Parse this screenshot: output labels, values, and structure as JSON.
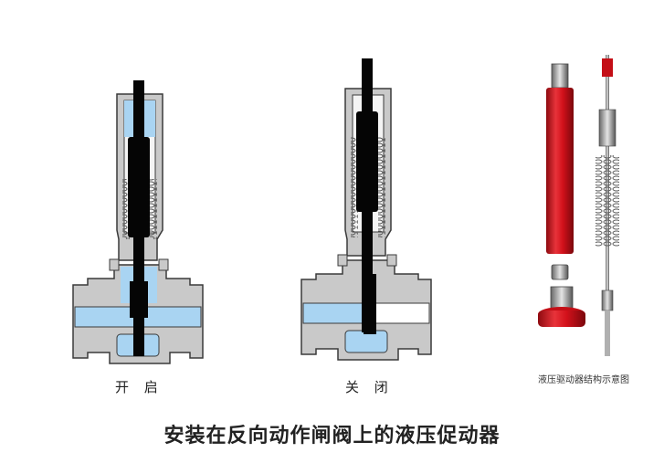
{
  "labels": {
    "open": "开 启",
    "closed": "关 闭",
    "diagram_caption": "液压驱动器结构示意图",
    "title": "安装在反向动作闸阀上的液压促动器"
  },
  "colors": {
    "valve_body": "#c9c9c9",
    "outline": "#3a3a3a",
    "fluid": "#a9d4f2",
    "stem": "#050505",
    "cylinder_red": "#d3111b",
    "spring": "#1a1a1a"
  },
  "icons": [
    "valve-open-illustration",
    "valve-closed-illustration",
    "hydraulic-actuator-photo"
  ]
}
